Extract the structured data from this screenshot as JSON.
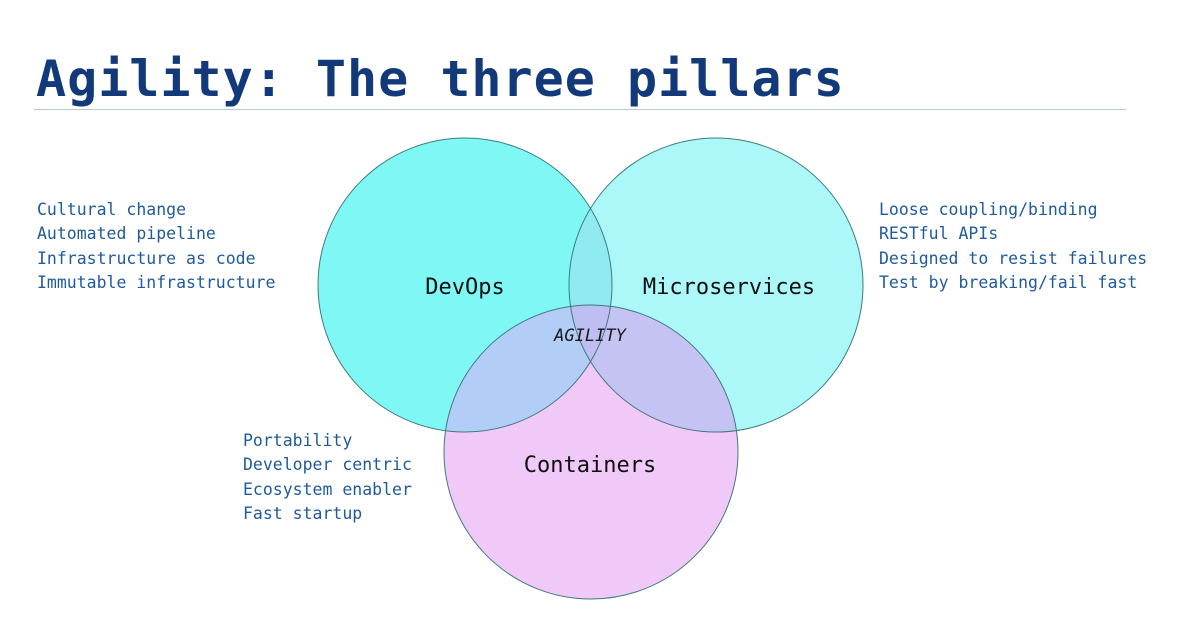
{
  "slide": {
    "title": "Agility: The three pillars"
  },
  "diagram": {
    "center_label": "AGILITY",
    "circles": [
      {
        "label": "DevOps",
        "color": "#7ff7f5"
      },
      {
        "label": "Microservices",
        "color": "#acf7f8"
      },
      {
        "label": "Containers",
        "color": "#f0c9f8"
      }
    ],
    "overlap_colors": {
      "devops_microservices": "#90eaf2",
      "devops_containers": "#b2cdf6",
      "microservices_containers": "#c5c3f4",
      "all_three": "#bebef2"
    },
    "outline_color": "#3f7b7c"
  },
  "lists": {
    "devops": [
      "Cultural change",
      "Automated pipeline",
      "Infrastructure as code",
      "Immutable infrastructure"
    ],
    "microservices": [
      "Loose coupling/binding",
      "RESTful APIs",
      "Designed to resist failures",
      "Test by breaking/fail fast"
    ],
    "containers": [
      "Portability",
      "Developer centric",
      "Ecosystem enabler",
      "Fast startup"
    ]
  }
}
